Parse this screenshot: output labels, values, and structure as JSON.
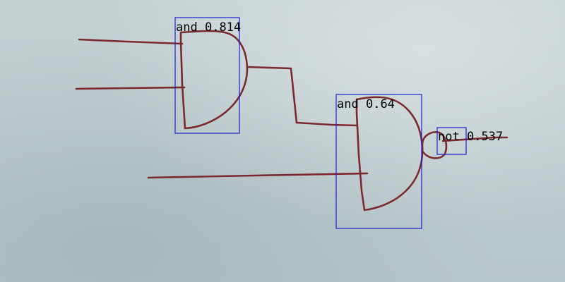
{
  "detections": [
    {
      "id": "and-1",
      "label": "and",
      "score": "0.814"
    },
    {
      "id": "and-2",
      "label": "and",
      "score": "0.64"
    },
    {
      "id": "not-1",
      "label": "not",
      "score": "0.537"
    }
  ],
  "colors": {
    "ink": "#7a2a2e",
    "bbox": "#1f1fd0",
    "paper": "#bccacd",
    "label_text": "#000000"
  }
}
